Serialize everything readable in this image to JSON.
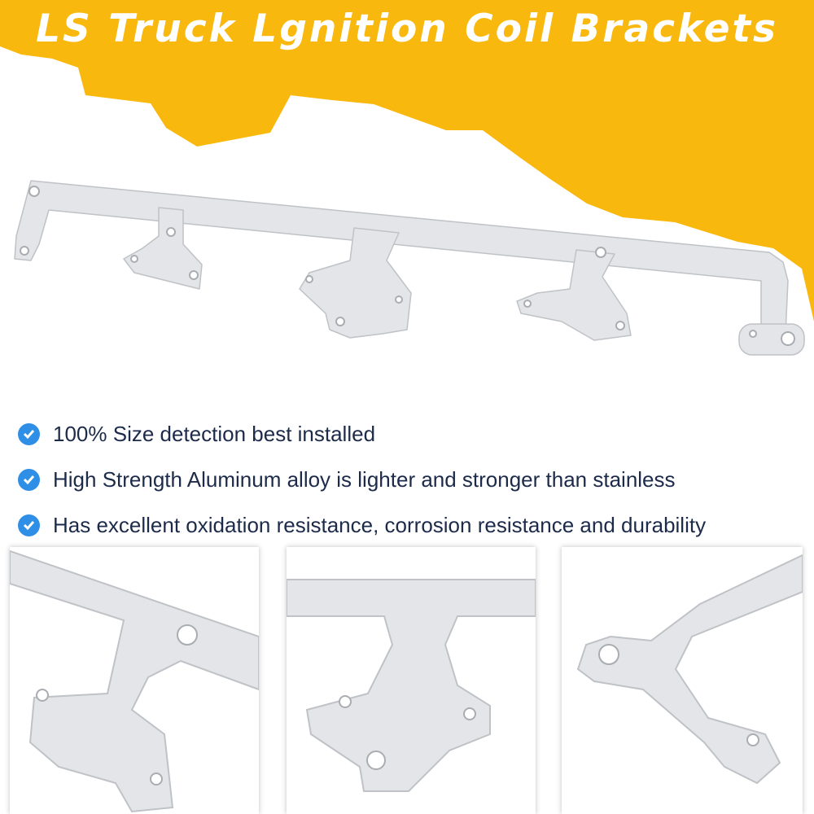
{
  "title": "LS Truck Lgnition Coil Brackets",
  "features": [
    {
      "icon": "check-circle-icon",
      "text": "100% Size detection best installed"
    },
    {
      "icon": "check-circle-icon",
      "text": "High Strength  Aluminum alloy is lighter and stronger than stainless"
    },
    {
      "icon": "check-circle-icon",
      "text": "Has excellent oxidation resistance, corrosion resistance and durability"
    }
  ],
  "colors": {
    "accent_yellow": "#f9b80d",
    "check_blue": "#2f8fe6",
    "text_navy": "#1d2b4a",
    "metal": "#e3e5e8"
  }
}
